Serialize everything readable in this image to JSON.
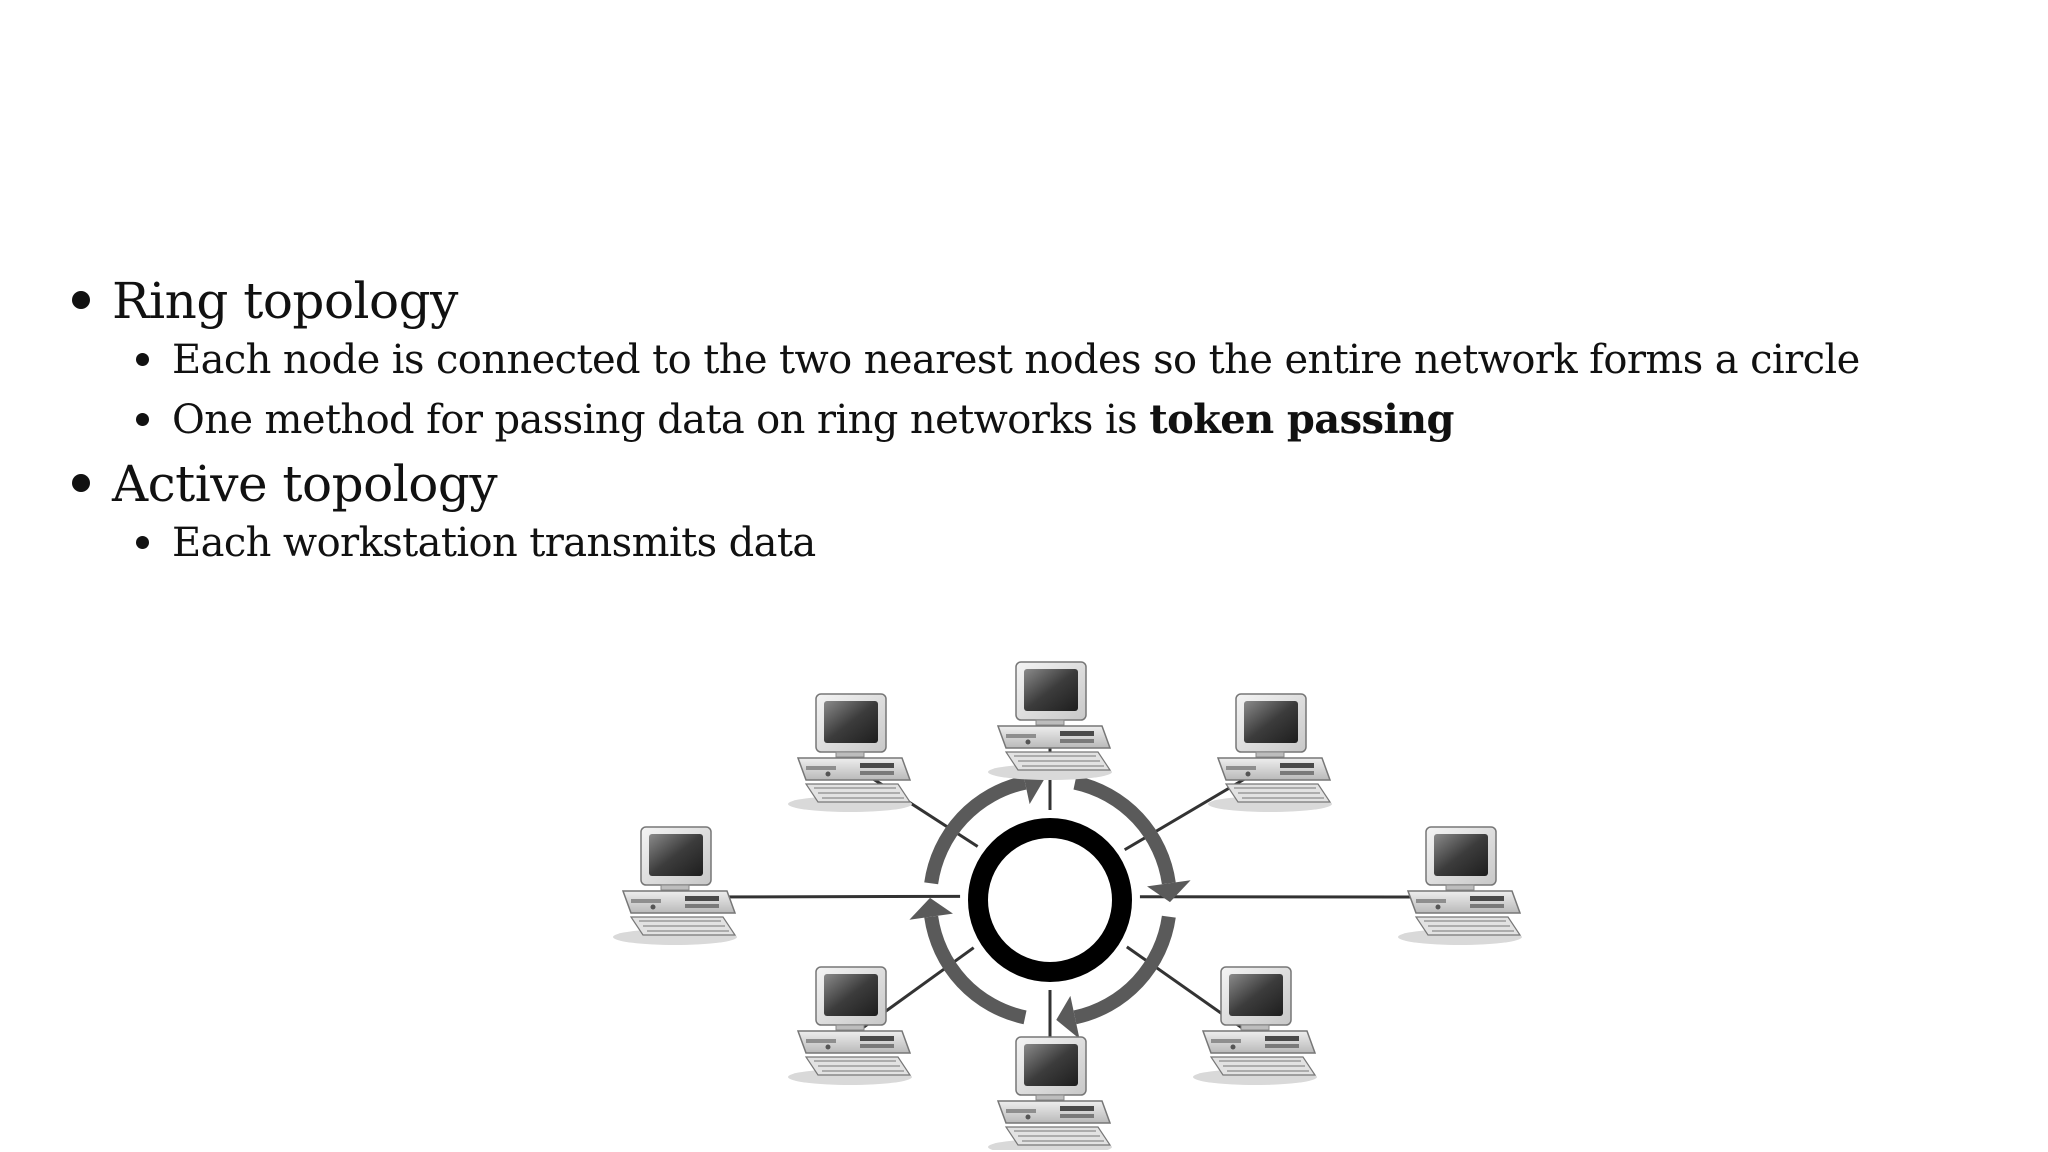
{
  "slide": {
    "bullets": [
      {
        "text": "Ring topology",
        "children": [
          {
            "text": "Each node is connected to the two nearest nodes so the entire network forms a circle"
          },
          {
            "text_before": "One method for passing data on ring networks is ",
            "text_bold": "token passing"
          }
        ]
      },
      {
        "text": "Active topology",
        "children": [
          {
            "text": "Each workstation transmits data"
          }
        ]
      }
    ]
  },
  "diagram": {
    "type": "ring-network",
    "workstation_count": 8,
    "icon": "desktop-computer-icon",
    "colors": {
      "ring": "#000000",
      "arrows": "#5a5a5a",
      "cables": "#333333"
    }
  }
}
